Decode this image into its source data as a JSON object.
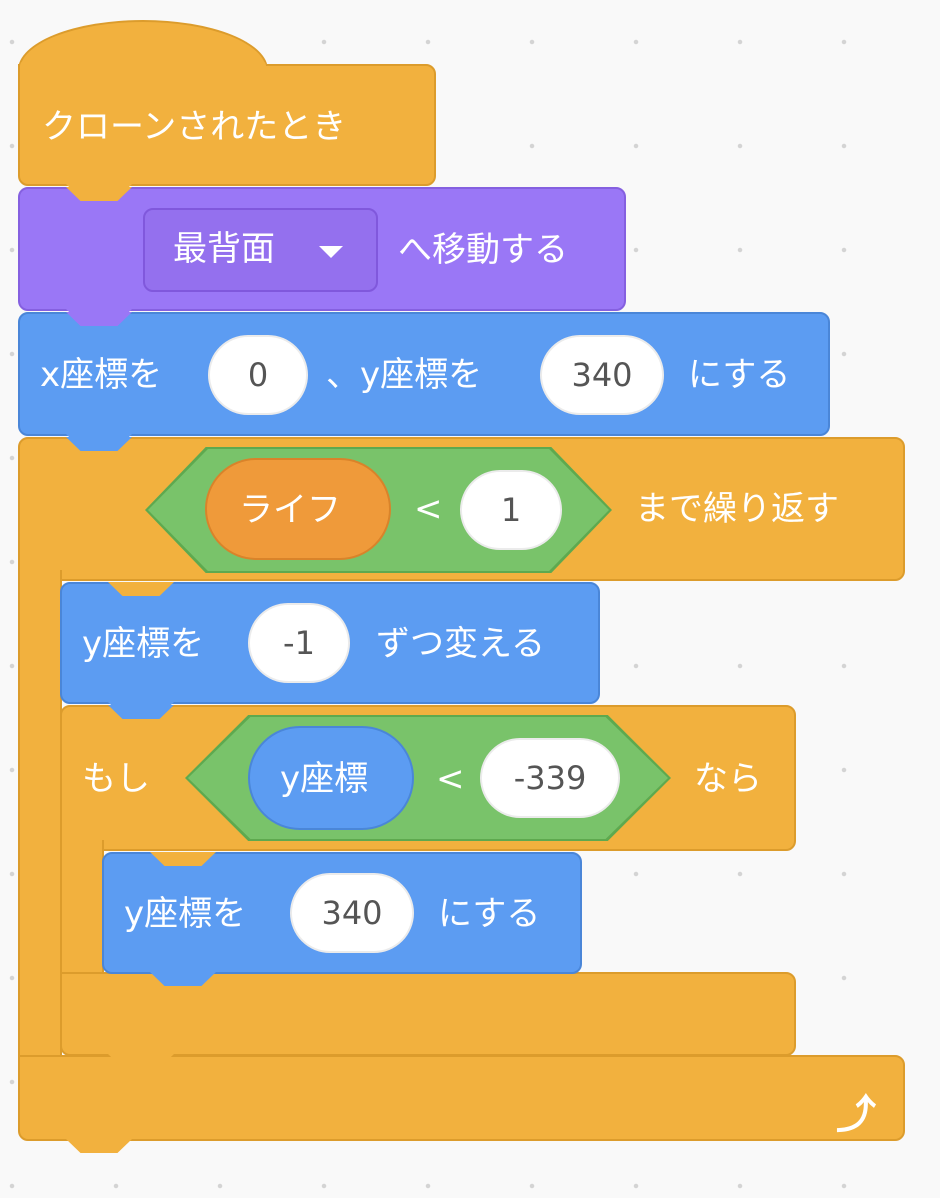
{
  "colors": {
    "control": "#f2b13e",
    "looks": "#9a77f6",
    "motion": "#5c9cf2",
    "operators": "#79c36a",
    "variables": "#ef9a3a"
  },
  "hat": {
    "label": "クローンされたとき"
  },
  "layer": {
    "dropdown": "最背面",
    "suffix": "へ移動する"
  },
  "goto": {
    "x_label": "x座標を",
    "x_value": "0",
    "sep": "、y座標を",
    "y_value": "340",
    "suffix": "にする"
  },
  "repeat": {
    "variable": "ライフ",
    "op": "<",
    "value": "1",
    "suffix": "まで繰り返す",
    "loop_icon": "loop-arrow-icon"
  },
  "change_y": {
    "label": "y座標を",
    "value": "-1",
    "suffix": "ずつ変える"
  },
  "if": {
    "prefix": "もし",
    "reporter": "y座標",
    "op": "<",
    "value": "-339",
    "suffix": "なら"
  },
  "set_y": {
    "label": "y座標を",
    "value": "340",
    "suffix": "にする"
  }
}
